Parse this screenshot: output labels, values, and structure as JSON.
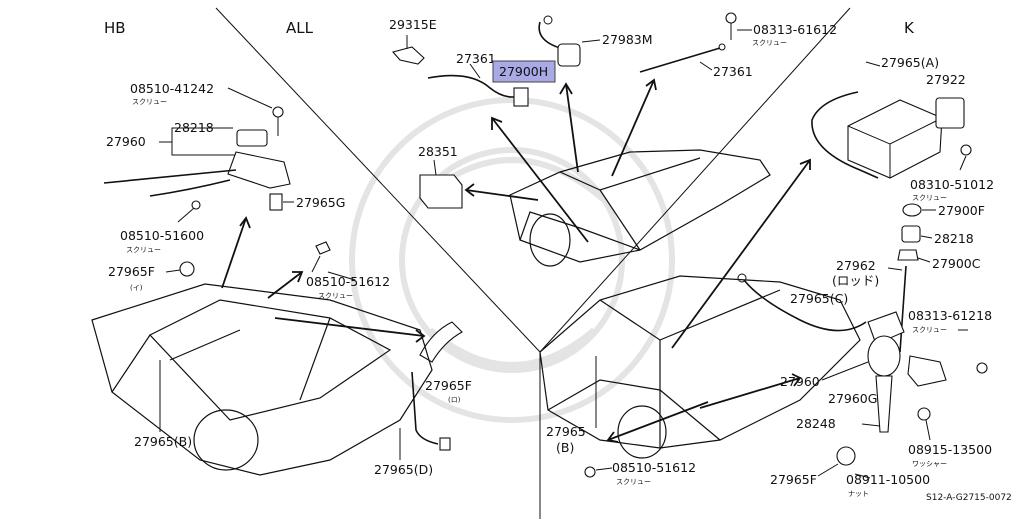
{
  "sections": {
    "hb": "HB",
    "all": "ALL",
    "k": "K"
  },
  "parts": {
    "p29315e": "29315E",
    "p27361a": "27361",
    "p27900h": "27900H",
    "p27983m": "27983M",
    "p08313_61612": "08313-61612",
    "p27361b": "27361",
    "p28351": "28351",
    "p08510_41242": "08510-41242",
    "p28218a": "28218",
    "p27960a": "27960",
    "p27965g": "27965G",
    "p08510_51600": "08510-51600",
    "p27965f_a": "27965F",
    "p27965f_a_sub": "(イ)",
    "p08510_51612a": "08510-51612",
    "p27965f_b": "27965F",
    "p27965f_b_sub": "(ロ)",
    "p27965b_hb": "27965(B)",
    "p27965d": "27965(D)",
    "p27965a": "27965(A)",
    "p27922": "27922",
    "p08310_51012": "08310-51012",
    "p27900f": "27900F",
    "p28218b": "28218",
    "p27962": "27962",
    "p27962_sub": "(ロッド)",
    "p27900c": "27900C",
    "p27965c": "27965(C)",
    "p08313_61218": "08313-61218",
    "p27960b": "27960",
    "p27960g": "27960G",
    "p28248": "28248",
    "p08915_13500": "08915-13500",
    "p27965b_k": "27965",
    "p27965b_k_sub": "(B)",
    "p08510_51612b": "08510-51612",
    "p27965f_c": "27965F",
    "p08911_10500": "08911-10500"
  },
  "notes": {
    "screw": "スクリュー",
    "washer": "ワッシャー",
    "nut": "ナット"
  },
  "diagram_code": "S12-A-G2715-0072",
  "highlight_color": "#a9a9e6"
}
